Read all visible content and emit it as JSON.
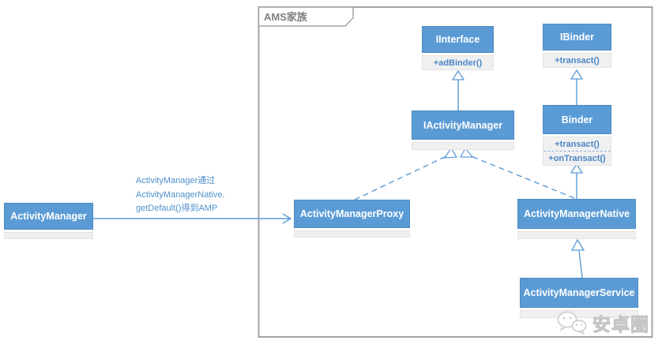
{
  "frame": {
    "title": "AMS家族"
  },
  "classes": {
    "activity_manager": {
      "name": "ActivityManager"
    },
    "activity_manager_proxy": {
      "name": "ActivityManagerProxy"
    },
    "i_activity_manager": {
      "name": "IActivityManager"
    },
    "i_interface": {
      "name": "IInterface",
      "methods": [
        "+adBinder()"
      ]
    },
    "i_binder": {
      "name": "IBinder",
      "methods": [
        "+transact()"
      ]
    },
    "binder": {
      "name": "Binder",
      "methods": [
        "+transact()",
        "+onTransact()"
      ]
    },
    "activity_manager_native": {
      "name": "ActivityManagerNative"
    },
    "activity_manager_service": {
      "name": "ActivityManagerService"
    }
  },
  "annotation": {
    "line1": "ActivityManager通过",
    "line2": "ActivityManagerNative.",
    "line3": "getDefault()得到AMP"
  },
  "watermark": {
    "text": "安卓圈"
  },
  "colors": {
    "node_fill": "#5B9BD5",
    "arrow": "#5B9BD5",
    "frame_border": "#A6A6A6",
    "method_text": "#4A86C6"
  }
}
